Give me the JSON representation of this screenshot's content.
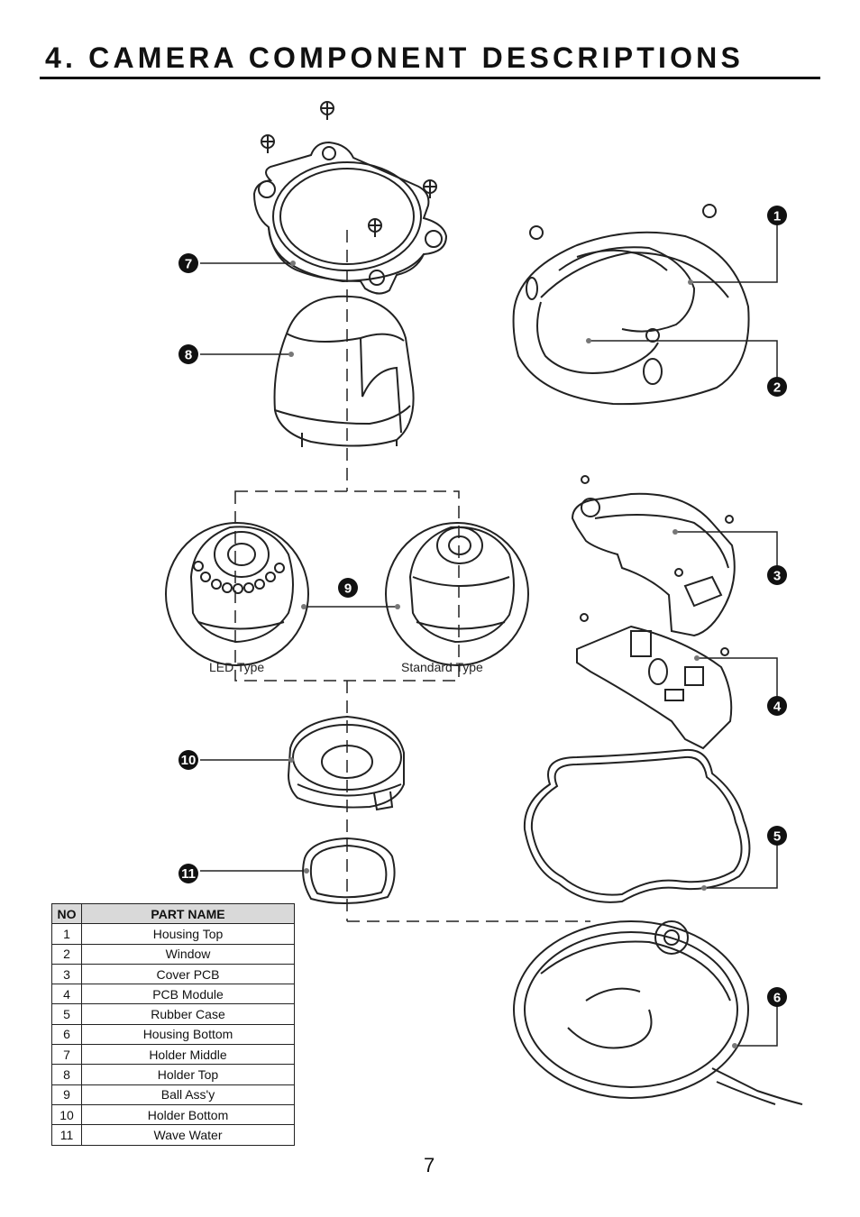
{
  "page": {
    "title": "4. CAMERA COMPONENT DESCRIPTIONS",
    "page_number": "7"
  },
  "diagram": {
    "ball_type_labels": {
      "led": "LED Type",
      "standard": "Standard Type"
    },
    "callouts": [
      "1",
      "2",
      "3",
      "4",
      "5",
      "6",
      "7",
      "8",
      "9",
      "10",
      "11"
    ]
  },
  "table": {
    "headers": {
      "no": "NO",
      "name": "PART NAME"
    },
    "rows": [
      {
        "no": "1",
        "name": "Housing Top"
      },
      {
        "no": "2",
        "name": "Window"
      },
      {
        "no": "3",
        "name": "Cover PCB"
      },
      {
        "no": "4",
        "name": "PCB Module"
      },
      {
        "no": "5",
        "name": "Rubber Case"
      },
      {
        "no": "6",
        "name": "Housing Bottom"
      },
      {
        "no": "7",
        "name": "Holder Middle"
      },
      {
        "no": "8",
        "name": "Holder Top"
      },
      {
        "no": "9",
        "name": "Ball Ass'y"
      },
      {
        "no": "10",
        "name": "Holder Bottom"
      },
      {
        "no": "11",
        "name": "Wave Water"
      }
    ]
  }
}
